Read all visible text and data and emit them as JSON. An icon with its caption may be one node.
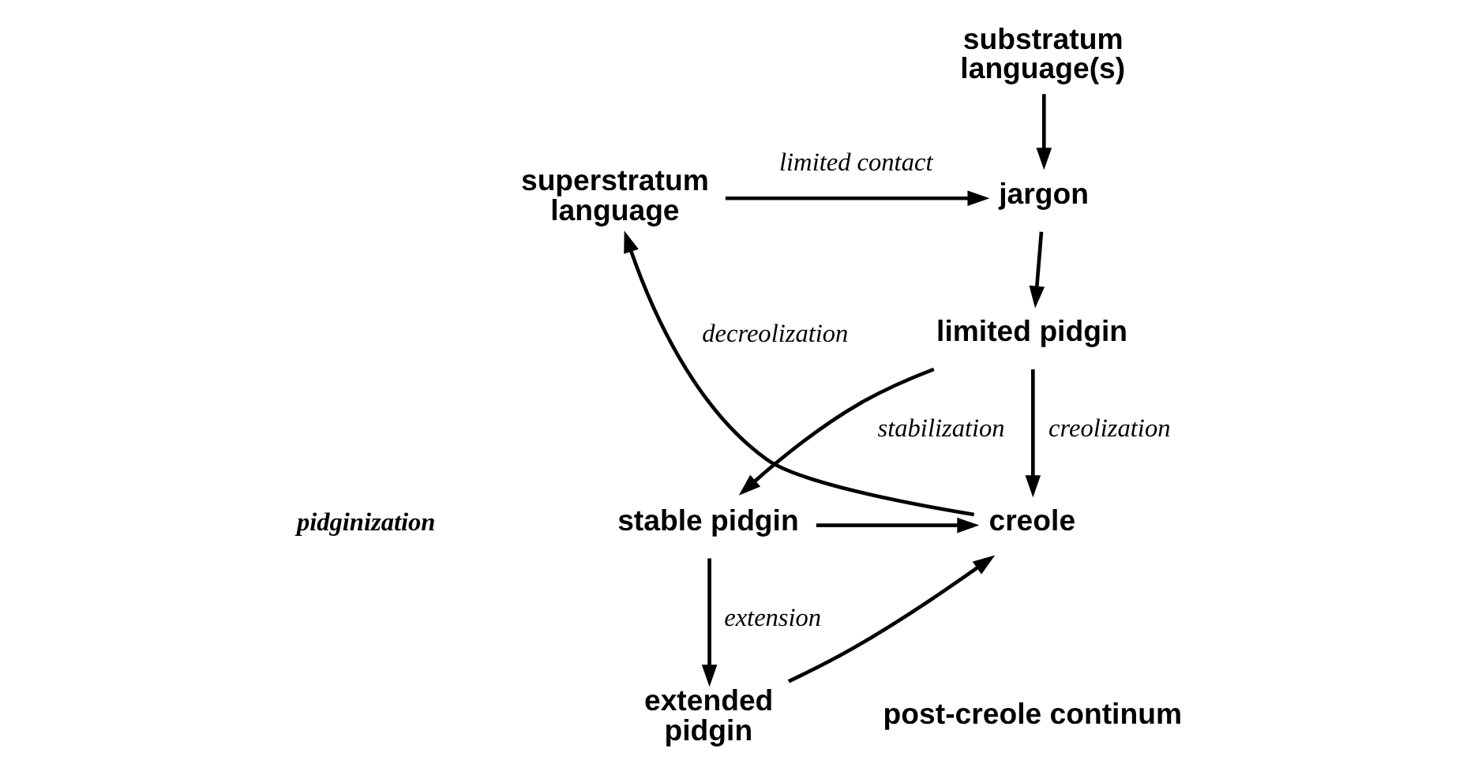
{
  "diagram": {
    "nodes": [
      {
        "text": [
          "substratum language(s)"
        ]
      },
      {
        "text": [
          "jargon"
        ]
      },
      {
        "text": [
          "superstratum language"
        ]
      },
      {
        "text": [
          "limited pidgin"
        ]
      },
      {
        "text": [
          "stable pidgin"
        ]
      },
      {
        "text": [
          "extended pidgin"
        ]
      },
      {
        "text": [
          "creole"
        ]
      }
    ],
    "edges": [
      {
        "from": 2,
        "to": 1,
        "arrow": "to",
        "label": "limited contact"
      },
      {
        "from": 0,
        "to": 1,
        "arrow": "to"
      },
      {
        "from": 1,
        "to": 3,
        "arrow": "to"
      },
      {
        "from": 3,
        "to": 4,
        "arrow": "to",
        "label": "stabilization"
      },
      {
        "from": 4,
        "to": 5,
        "arrow": "to",
        "label": "extension"
      },
      {
        "from": 3,
        "to": 6,
        "arrow": "to",
        "label": "creolization"
      },
      {
        "from": 4,
        "to": 6,
        "arrow": "to"
      },
      {
        "from": 5,
        "to": 6,
        "arrow": "to"
      },
      {
        "from": 6,
        "to": 2,
        "arrow": "to",
        "label": "decreolization"
      }
    ],
    "labels": [
      "pidginization",
      "post-creole continum"
    ]
  }
}
